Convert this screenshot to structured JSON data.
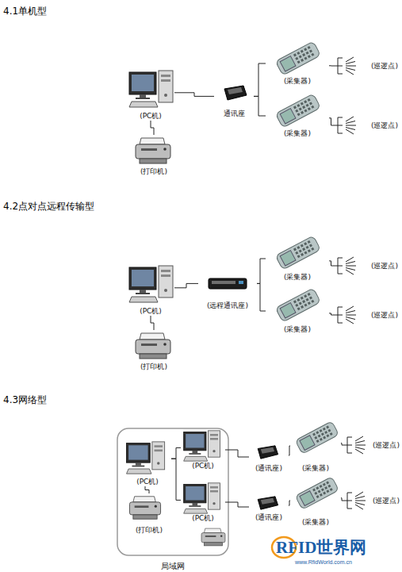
{
  "diagram": {
    "nodes": [
      {
        "text": [
          "(PC机)"
        ]
      },
      {
        "text": [
          "(打印机)"
        ]
      },
      {
        "text": [
          "通讯座"
        ]
      },
      {
        "text": [
          "(采集器)"
        ]
      },
      {
        "text": [
          "(采集器)"
        ]
      },
      {
        "text": [
          "(巡逻点)"
        ]
      },
      {
        "text": [
          "(巡逻点)"
        ]
      },
      {
        "text": [
          "(PC机)"
        ]
      },
      {
        "text": [
          "(打印机)"
        ]
      },
      {
        "text": [
          "(远程通讯座)"
        ]
      },
      {
        "text": [
          "(采集器)"
        ]
      },
      {
        "text": [
          "(采集器)"
        ]
      },
      {
        "text": [
          "(巡逻点)"
        ]
      },
      {
        "text": [
          "(巡逻点)"
        ]
      },
      {
        "text": [
          "局域网"
        ]
      },
      {
        "text": [
          "(PC机)"
        ],
        "in": 14
      },
      {
        "text": [
          "(打印机)"
        ],
        "in": 14
      },
      {
        "text": [
          "(PC机)"
        ],
        "in": 14
      },
      {
        "text": [
          "(PC机)"
        ],
        "in": 14
      },
      {
        "text": [
          "(通讯座)"
        ]
      },
      {
        "text": [
          "(采集器)"
        ]
      },
      {
        "text": [
          "(巡逻点)"
        ]
      },
      {
        "text": [
          "(通讯座)"
        ]
      },
      {
        "text": [
          "(采集器)"
        ]
      },
      {
        "text": [
          "(巡逻点)"
        ]
      }
    ],
    "edges": [
      {
        "from": 0,
        "to": 1,
        "arrow": "none"
      },
      {
        "from": 0,
        "to": 2,
        "arrow": "none"
      },
      {
        "from": 2,
        "to": 3,
        "arrow": "none"
      },
      {
        "from": 2,
        "to": 4,
        "arrow": "none"
      },
      {
        "from": 3,
        "to": 5,
        "arrow": "none"
      },
      {
        "from": 4,
        "to": 6,
        "arrow": "none"
      },
      {
        "from": 7,
        "to": 8,
        "arrow": "none"
      },
      {
        "from": 7,
        "to": 9,
        "arrow": "none"
      },
      {
        "from": 9,
        "to": 10,
        "arrow": "none"
      },
      {
        "from": 9,
        "to": 11,
        "arrow": "none"
      },
      {
        "from": 10,
        "to": 12,
        "arrow": "none"
      },
      {
        "from": 11,
        "to": 13,
        "arrow": "none"
      },
      {
        "from": 15,
        "to": 17,
        "arrow": "none"
      },
      {
        "from": 15,
        "to": 18,
        "arrow": "none"
      },
      {
        "from": 15,
        "to": 16,
        "arrow": "none"
      },
      {
        "from": 17,
        "to": 19,
        "arrow": "none"
      },
      {
        "from": 19,
        "to": 20,
        "arrow": "none"
      },
      {
        "from": 20,
        "to": 21,
        "arrow": "none"
      },
      {
        "from": 18,
        "to": 22,
        "arrow": "none"
      },
      {
        "from": 22,
        "to": 23,
        "arrow": "none"
      },
      {
        "from": 23,
        "to": 24,
        "arrow": "none"
      }
    ],
    "labels": [
      "4.1单机型",
      "4.2点对点远程传输型",
      "4.3网络型",
      "RFID世界网",
      "www.RfidWorld.com.cn"
    ]
  }
}
